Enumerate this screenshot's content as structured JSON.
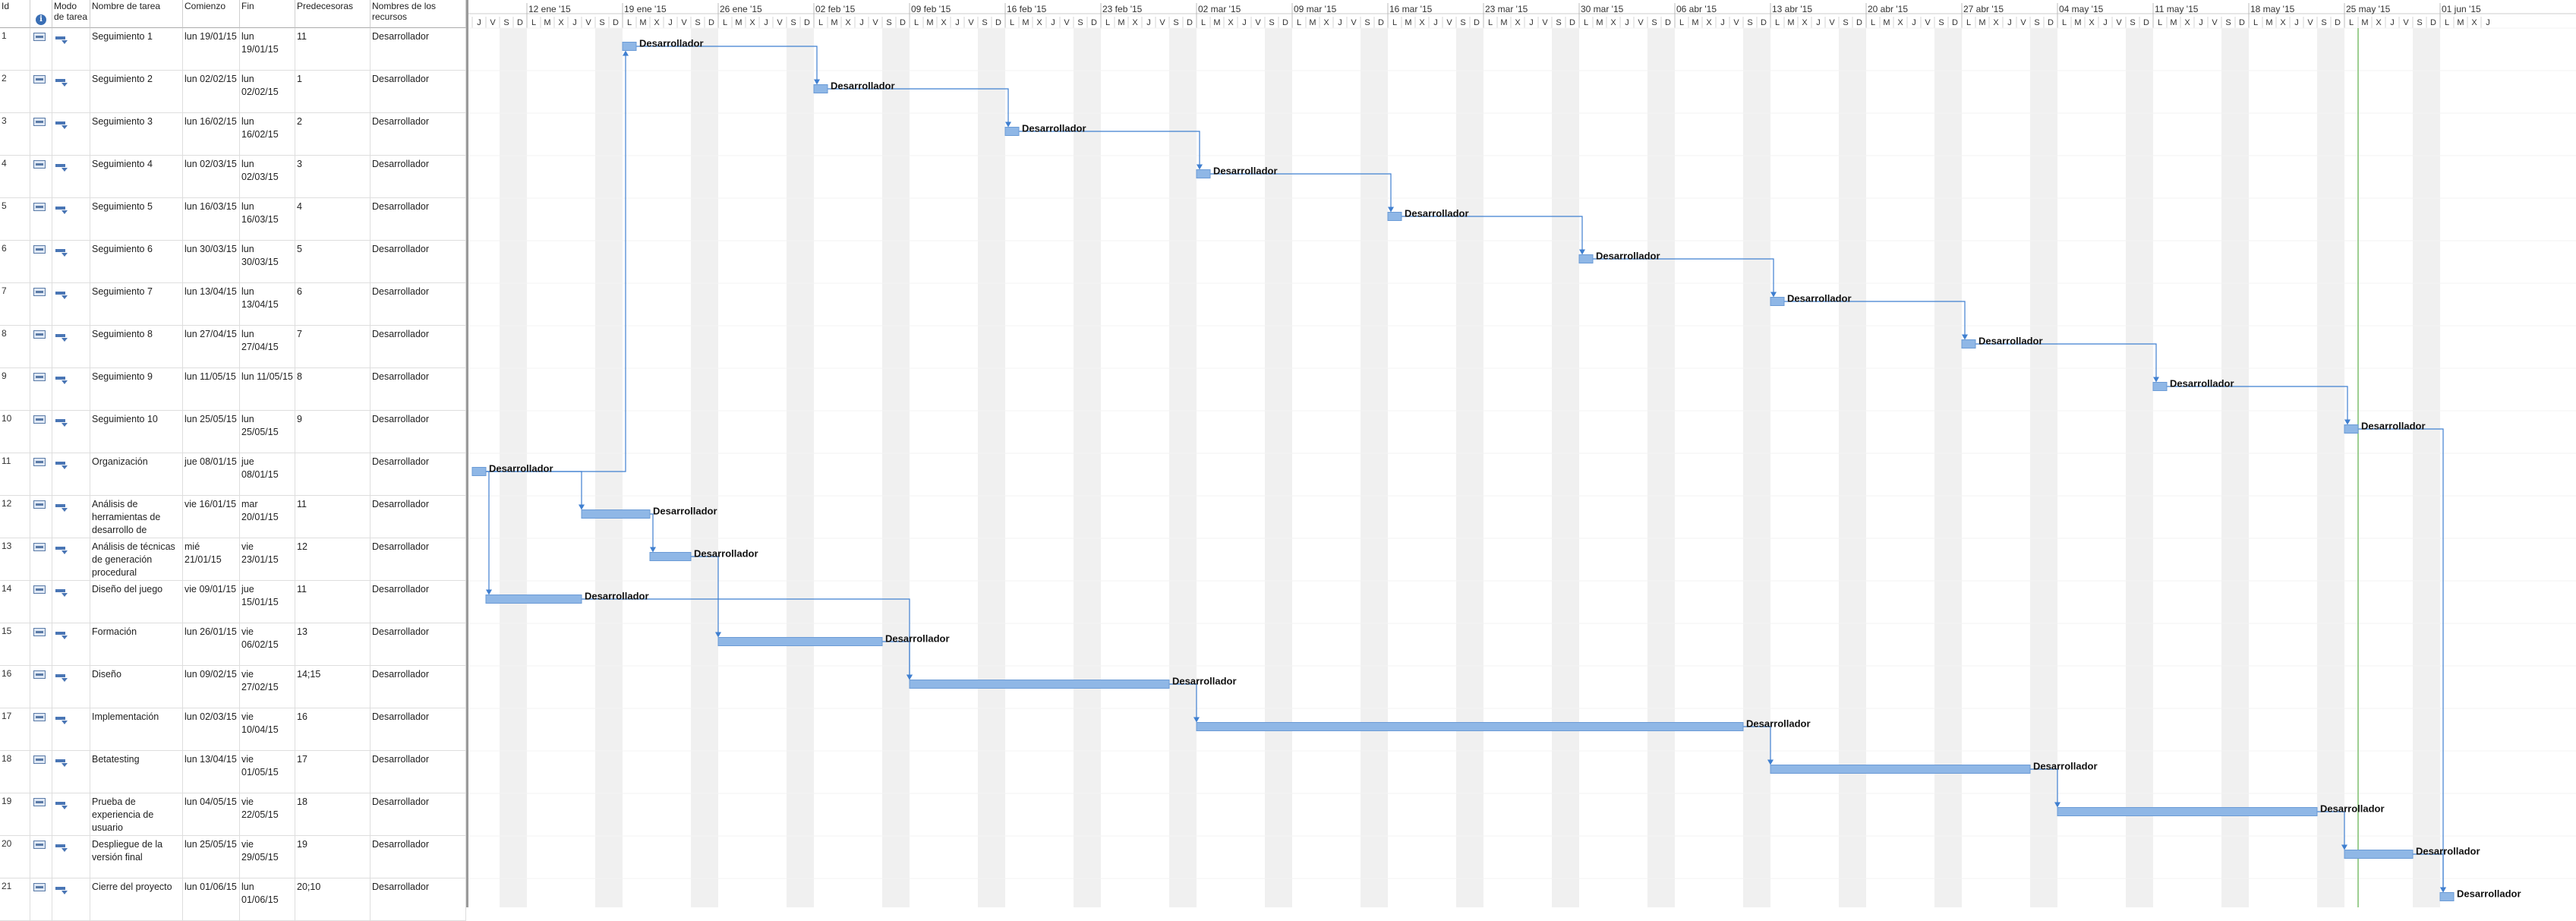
{
  "headers": {
    "id": "Id",
    "info": "i",
    "mode": "Modo de tarea",
    "name": "Nombre de tarea",
    "start": "Comienzo",
    "end": "Fin",
    "pred": "Predecesoras",
    "res": "Nombres de los recursos"
  },
  "tasks": [
    {
      "id": "1",
      "name": "Seguimiento 1",
      "start": "lun 19/01/15",
      "end": "lun 19/01/15",
      "pred": "11",
      "res": "Desarrollador",
      "s": "2015-01-19",
      "e": "2015-01-19",
      "label": "Desarrollador"
    },
    {
      "id": "2",
      "name": "Seguimiento 2",
      "start": "lun 02/02/15",
      "end": "lun 02/02/15",
      "pred": "1",
      "res": "Desarrollador",
      "s": "2015-02-02",
      "e": "2015-02-02",
      "label": "Desarrollador"
    },
    {
      "id": "3",
      "name": "Seguimiento 3",
      "start": "lun 16/02/15",
      "end": "lun 16/02/15",
      "pred": "2",
      "res": "Desarrollador",
      "s": "2015-02-16",
      "e": "2015-02-16",
      "label": "Desarrollador"
    },
    {
      "id": "4",
      "name": "Seguimiento 4",
      "start": "lun 02/03/15",
      "end": "lun 02/03/15",
      "pred": "3",
      "res": "Desarrollador",
      "s": "2015-03-02",
      "e": "2015-03-02",
      "label": "Desarrollador"
    },
    {
      "id": "5",
      "name": "Seguimiento 5",
      "start": "lun 16/03/15",
      "end": "lun 16/03/15",
      "pred": "4",
      "res": "Desarrollador",
      "s": "2015-03-16",
      "e": "2015-03-16",
      "label": "Desarrollador"
    },
    {
      "id": "6",
      "name": "Seguimiento 6",
      "start": "lun 30/03/15",
      "end": "lun 30/03/15",
      "pred": "5",
      "res": "Desarrollador",
      "s": "2015-03-30",
      "e": "2015-03-30",
      "label": "Desarrollador"
    },
    {
      "id": "7",
      "name": "Seguimiento 7",
      "start": "lun 13/04/15",
      "end": "lun 13/04/15",
      "pred": "6",
      "res": "Desarrollador",
      "s": "2015-04-13",
      "e": "2015-04-13",
      "label": "Desarrollador"
    },
    {
      "id": "8",
      "name": "Seguimiento 8",
      "start": "lun 27/04/15",
      "end": "lun 27/04/15",
      "pred": "7",
      "res": "Desarrollador",
      "s": "2015-04-27",
      "e": "2015-04-27",
      "label": "Desarrollador"
    },
    {
      "id": "9",
      "name": "Seguimiento 9",
      "start": "lun 11/05/15",
      "end": "lun 11/05/15",
      "pred": "8",
      "res": "Desarrollador",
      "s": "2015-05-11",
      "e": "2015-05-11",
      "label": "Desarrollador"
    },
    {
      "id": "10",
      "name": "Seguimiento 10",
      "start": "lun 25/05/15",
      "end": "lun 25/05/15",
      "pred": "9",
      "res": "Desarrollador",
      "s": "2015-05-25",
      "e": "2015-05-25",
      "label": "Desarrollador"
    },
    {
      "id": "11",
      "name": "Organización",
      "start": "jue 08/01/15",
      "end": "jue 08/01/15",
      "pred": "",
      "res": "Desarrollador",
      "s": "2015-01-08",
      "e": "2015-01-08",
      "label": "Desarrollador"
    },
    {
      "id": "12",
      "name": "Análisis de herramientas de desarrollo de",
      "start": "vie 16/01/15",
      "end": "mar 20/01/15",
      "pred": "11",
      "res": "Desarrollador",
      "s": "2015-01-16",
      "e": "2015-01-20",
      "label": "Desarrollador"
    },
    {
      "id": "13",
      "name": "Análisis de técnicas de generación procedural",
      "start": "mié 21/01/15",
      "end": "vie 23/01/15",
      "pred": "12",
      "res": "Desarrollador",
      "s": "2015-01-21",
      "e": "2015-01-23",
      "label": "Desarrollador"
    },
    {
      "id": "14",
      "name": "Diseño del juego",
      "start": "vie 09/01/15",
      "end": "jue 15/01/15",
      "pred": "11",
      "res": "Desarrollador",
      "s": "2015-01-09",
      "e": "2015-01-15",
      "label": "Desarrollador"
    },
    {
      "id": "15",
      "name": "Formación",
      "start": "lun 26/01/15",
      "end": "vie 06/02/15",
      "pred": "13",
      "res": "Desarrollador",
      "s": "2015-01-26",
      "e": "2015-02-06",
      "label": "Desarrollador"
    },
    {
      "id": "16",
      "name": "Diseño",
      "start": "lun 09/02/15",
      "end": "vie 27/02/15",
      "pred": "14;15",
      "res": "Desarrollador",
      "s": "2015-02-09",
      "e": "2015-02-27",
      "label": "Desarrollador"
    },
    {
      "id": "17",
      "name": "Implementación",
      "start": "lun 02/03/15",
      "end": "vie 10/04/15",
      "pred": "16",
      "res": "Desarrollador",
      "s": "2015-03-02",
      "e": "2015-04-10",
      "label": "Desarrollador"
    },
    {
      "id": "18",
      "name": "Betatesting",
      "start": "lun 13/04/15",
      "end": "vie 01/05/15",
      "pred": "17",
      "res": "Desarrollador",
      "s": "2015-04-13",
      "e": "2015-05-01",
      "label": "Desarrollador"
    },
    {
      "id": "19",
      "name": "Prueba de experiencia de usuario",
      "start": "lun 04/05/15",
      "end": "vie 22/05/15",
      "pred": "18",
      "res": "Desarrollador",
      "s": "2015-05-04",
      "e": "2015-05-22",
      "label": "Desarrollador"
    },
    {
      "id": "20",
      "name": "Despliegue de la versión final",
      "start": "lun 25/05/15",
      "end": "vie 29/05/15",
      "pred": "19",
      "res": "Desarrollador",
      "s": "2015-05-25",
      "e": "2015-05-29",
      "label": "Desarrollador"
    },
    {
      "id": "21",
      "name": "Cierre del proyecto",
      "start": "lun 01/06/15",
      "end": "lun 01/06/15",
      "pred": "20;10",
      "res": "Desarrollador",
      "s": "2015-06-01",
      "e": "2015-06-01",
      "label": "Desarrollador"
    }
  ],
  "timeline": {
    "first_day": "2015-01-08",
    "last_day": "2015-06-04",
    "today": "2015-05-26",
    "week_labels": [
      "12 ene '15",
      "19 ene '15",
      "26 ene '15",
      "02 feb '15",
      "09 feb '15",
      "16 feb '15",
      "23 feb '15",
      "02 mar '15",
      "09 mar '15",
      "16 mar '15",
      "23 mar '15",
      "30 mar '15",
      "06 abr '15",
      "13 abr '15",
      "20 abr '15",
      "27 abr '15",
      "04 may '15",
      "11 may '15",
      "18 may '15",
      "25 may '15",
      "01 jun '15"
    ],
    "day_letters": [
      "L",
      "M",
      "X",
      "J",
      "V",
      "S",
      "D"
    ]
  },
  "colors": {
    "bar": "#8fb7e6",
    "bar_border": "#6b9bd6",
    "link": "#3f7fd0",
    "weekend": "#f0f0f0",
    "today_line": "#7fbf6f"
  }
}
